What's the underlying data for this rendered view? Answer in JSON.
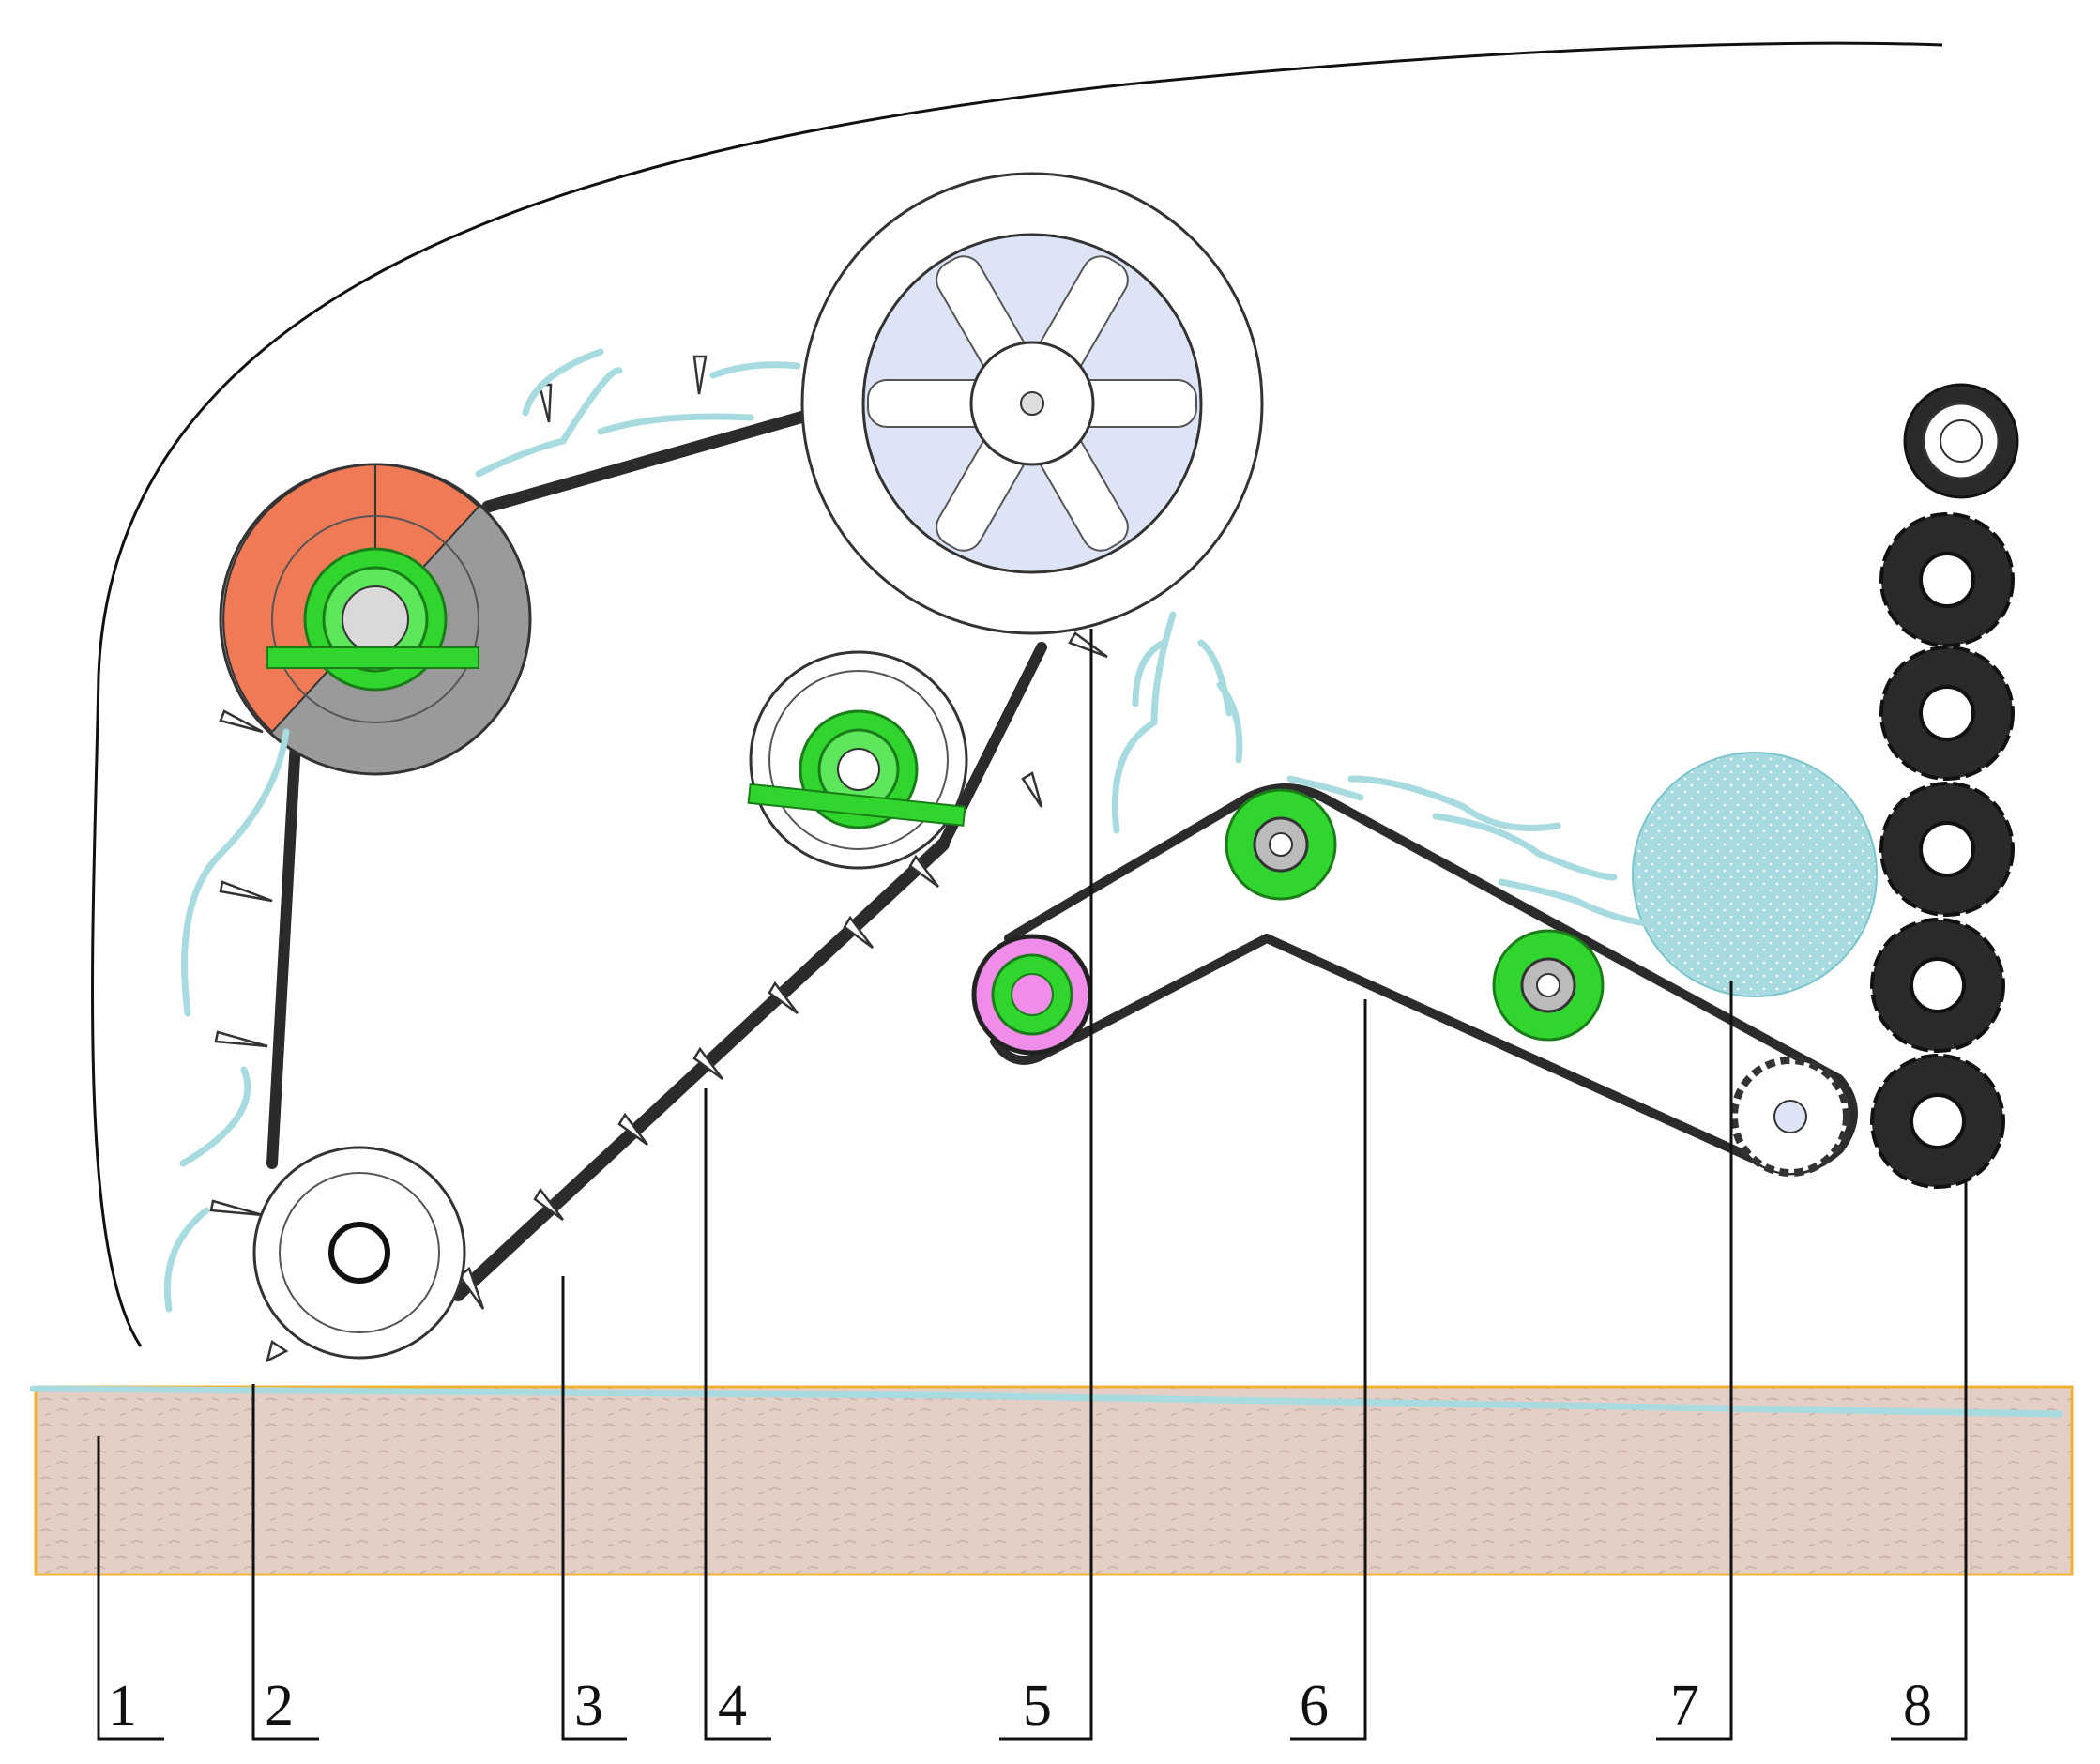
{
  "colors": {
    "soil": "#e4cfc6",
    "soil_border": "#f0b232",
    "fiber": "#a7dbe0",
    "belt": "#2b2b2b",
    "head_pulley": "#f07a55",
    "bearing": "#30d52e",
    "drive_pulley": "#ef8de8",
    "bale": "#a7dbe0",
    "roller": "#2a2a2a",
    "fan_hub": "#dde4f5"
  },
  "callouts": [
    {
      "id": "1",
      "label": "1"
    },
    {
      "id": "2",
      "label": "2"
    },
    {
      "id": "3",
      "label": "3"
    },
    {
      "id": "4",
      "label": "4"
    },
    {
      "id": "5",
      "label": "5"
    },
    {
      "id": "6",
      "label": "6"
    },
    {
      "id": "7",
      "label": "7"
    },
    {
      "id": "8",
      "label": "8"
    }
  ]
}
